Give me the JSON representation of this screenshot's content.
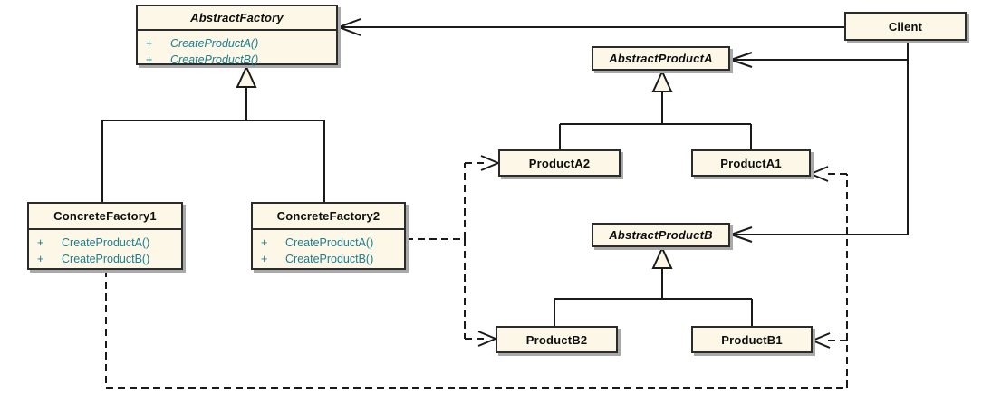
{
  "diagram": {
    "kind": "uml-class-diagram",
    "pattern": "Abstract Factory"
  },
  "colors": {
    "box_fill": "#FCF7E6",
    "box_border": "#2b2b2b",
    "box_shadow": "#a9a9a9",
    "line": "#1a1a1a",
    "title_text": "#0d0d0d",
    "method_text": "#1d7c8f",
    "background": "#ffffff"
  },
  "classes": {
    "abstract_factory": {
      "name": "AbstractFactory",
      "abstract": true,
      "methods": [
        {
          "visibility": "+",
          "signature": "CreateProductA()"
        },
        {
          "visibility": "+",
          "signature": "CreateProductB()"
        }
      ]
    },
    "client": {
      "name": "Client",
      "abstract": false
    },
    "abstract_product_a": {
      "name": "AbstractProductA",
      "abstract": true
    },
    "product_a2": {
      "name": "ProductA2",
      "abstract": false
    },
    "product_a1": {
      "name": "ProductA1",
      "abstract": false
    },
    "abstract_product_b": {
      "name": "AbstractProductB",
      "abstract": true
    },
    "product_b2": {
      "name": "ProductB2",
      "abstract": false
    },
    "product_b1": {
      "name": "ProductB1",
      "abstract": false
    },
    "concrete_factory1": {
      "name": "ConcreteFactory1",
      "abstract": false,
      "methods": [
        {
          "visibility": "+",
          "signature": "CreateProductA()"
        },
        {
          "visibility": "+",
          "signature": "CreateProductB()"
        }
      ]
    },
    "concrete_factory2": {
      "name": "ConcreteFactory2",
      "abstract": false,
      "methods": [
        {
          "visibility": "+",
          "signature": "CreateProductA()"
        },
        {
          "visibility": "+",
          "signature": "CreateProductB()"
        }
      ]
    }
  },
  "relationships": [
    {
      "type": "association",
      "from": "Client",
      "to": "AbstractFactory"
    },
    {
      "type": "association",
      "from": "Client",
      "to": "AbstractProductA"
    },
    {
      "type": "association",
      "from": "Client",
      "to": "AbstractProductB"
    },
    {
      "type": "generalization",
      "from": "ConcreteFactory1",
      "to": "AbstractFactory"
    },
    {
      "type": "generalization",
      "from": "ConcreteFactory2",
      "to": "AbstractFactory"
    },
    {
      "type": "generalization",
      "from": "ProductA2",
      "to": "AbstractProductA"
    },
    {
      "type": "generalization",
      "from": "ProductA1",
      "to": "AbstractProductA"
    },
    {
      "type": "generalization",
      "from": "ProductB2",
      "to": "AbstractProductB"
    },
    {
      "type": "generalization",
      "from": "ProductB1",
      "to": "AbstractProductB"
    },
    {
      "type": "dependency",
      "from": "ConcreteFactory2",
      "to": "ProductA2"
    },
    {
      "type": "dependency",
      "from": "ConcreteFactory2",
      "to": "ProductB2"
    },
    {
      "type": "dependency",
      "from": "ConcreteFactory1",
      "to": "ProductA1"
    },
    {
      "type": "dependency",
      "from": "ConcreteFactory1",
      "to": "ProductB1"
    }
  ]
}
